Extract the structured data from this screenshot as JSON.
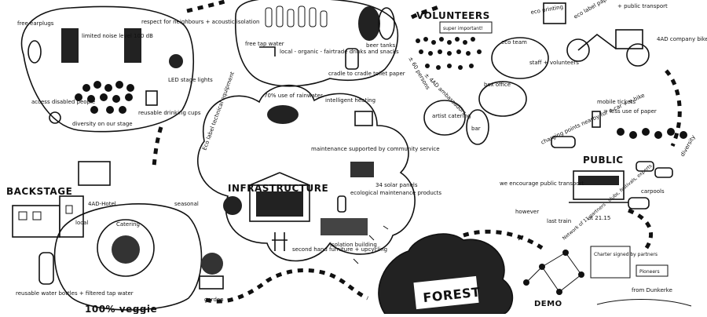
{
  "sections": {
    "backstage": {
      "title": "BACKSTAGE"
    },
    "infrastructure": {
      "title": "INFRASTRUCTURE"
    },
    "volunteers": {
      "title": "VOLUNTEERS"
    },
    "public": {
      "title": "PUBLIC"
    },
    "forest": {
      "title": "FOREST"
    },
    "demo": {
      "title": "DEMO"
    }
  },
  "stage_notes": {
    "free_earplugs": "free earplugs",
    "limited_noise": "limited noise level 100 dB",
    "respect_neighbours": "respect for neighbours + acoustic isolation",
    "led_stage_lights": "LED stage lights",
    "reusable_cups": "reusable drinking cups",
    "access_disabled": "access disabled people",
    "diversity_stage": "diversity on our stage"
  },
  "bar_notes": {
    "free_tap_water": "free tap water",
    "local_drinks": "local - organic - fairtrade drinks and snacks",
    "cradle_paper": "cradle to cradle toilet paper",
    "beer_tanks": "beer tanks"
  },
  "infrastructure_notes": {
    "eco_label_equipment": "Eco label technical equipment",
    "rainwater": "70% use of rainwater",
    "intelligent_heating": "intelligent heating",
    "maintenance": "maintenance supported by community service",
    "solar_panels": "34 solar panels",
    "ecological_products": "ecological maintenance products",
    "isolation_building": "isolation building",
    "second_hand": "second hand furniture + upcycling"
  },
  "volunteer_notes": {
    "super_important": "super important!",
    "persons": "± 60 persons",
    "ambassadors": "± 4AD ambassadors",
    "eco_team": "eco team",
    "staff_volunteers": "staff + volunteers",
    "box_office": "box office",
    "artist_catering": "artist catering",
    "bar": "bar"
  },
  "public_notes": {
    "eco_printing": "eco printing",
    "eco_label_paper": "eco label paper",
    "public_transport_top": "+ public transport",
    "company_bike": "4AD company bike",
    "mobile_tickets": "mobile tickets",
    "less_paper": "= less use of paper",
    "charging_points": "charging points nearby for e-car + e-bike",
    "diversity": "diversity",
    "encourage": "we encourage public transport",
    "however": "however",
    "last_train": "last train",
    "time": "at 21.15",
    "carpools": "carpools"
  },
  "backstage_notes": {
    "hotel": "4AD-Hotel",
    "catering": "Catering",
    "water_bottles": "reusable water bottles + filtered tap water",
    "garden": "garden",
    "local": "local",
    "seasonal": "seasonal",
    "veggie": "100% veggie"
  },
  "demo_notes": {
    "network": "Network of 11 partners - clubs, festivals, experts",
    "charter": "Charter signed by partners",
    "pioneers": "Pioneers",
    "from": "from Dunkerke"
  }
}
